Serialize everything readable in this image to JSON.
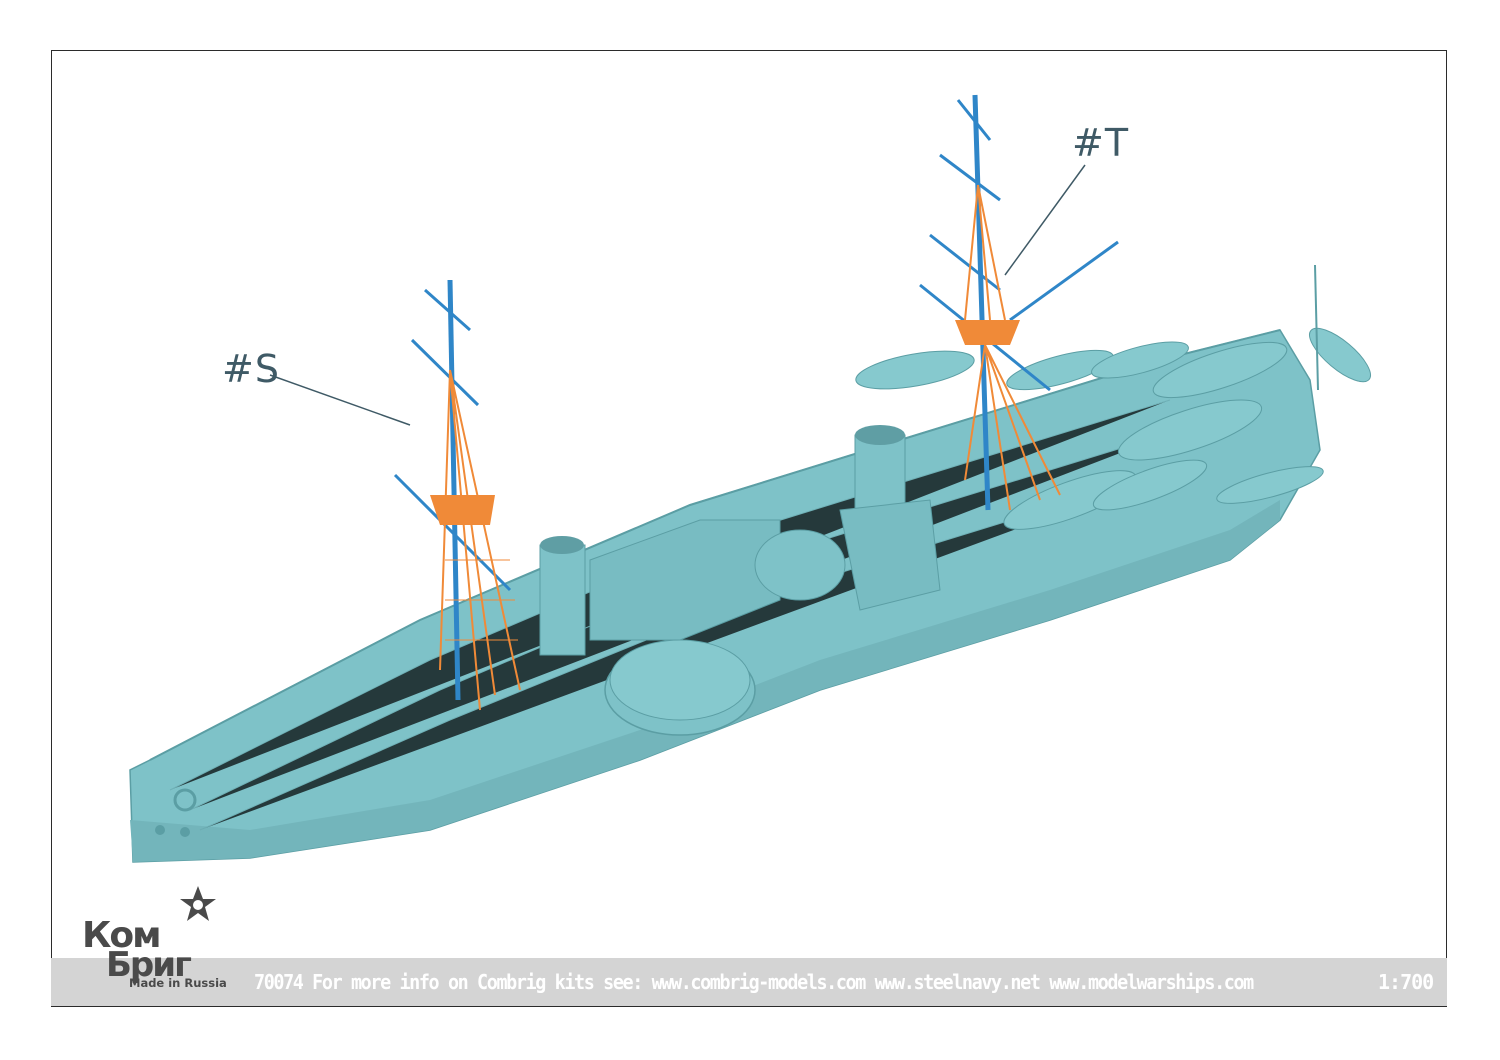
{
  "callouts": {
    "s_label": "#S",
    "t_label": "#T"
  },
  "footer": {
    "text": "70074 For more info on Combrig kits see: www.combrig-models.com www.steelnavy.net www.modelwarships.com",
    "scale": "1:700"
  },
  "brand": {
    "logo_line1": "Ком",
    "logo_line2": "Бриг",
    "tagline": "Made in Russia"
  },
  "colors": {
    "hull": "#7ec2c8",
    "rigging": "#f08a38",
    "yards": "#2f86c8",
    "callout": "#3f5a66",
    "footer_band": "#d4d4d4"
  }
}
